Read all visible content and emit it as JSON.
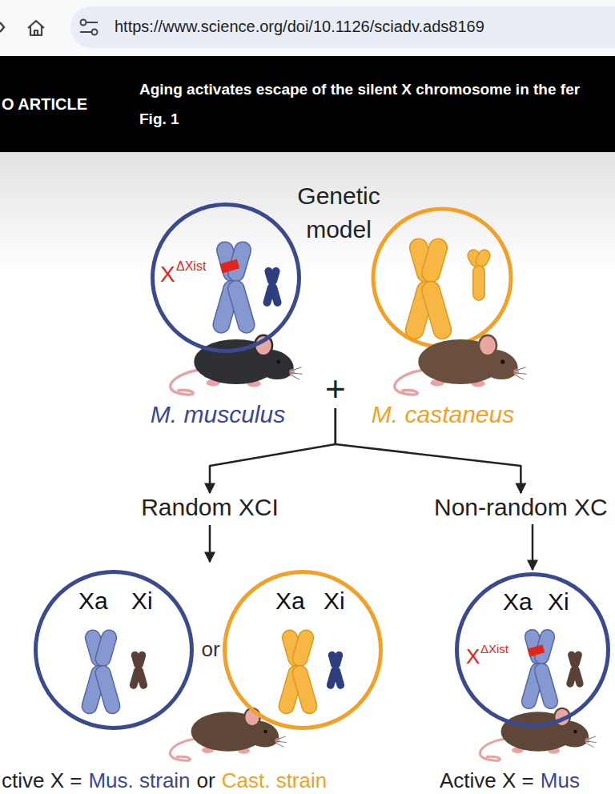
{
  "diagram": {
    "nodes": [
      {
        "text": [
          "X",
          "ΔXist"
        ]
      },
      {
        "text": [
          "+"
        ]
      },
      {
        "text": [
          "Random XCI"
        ]
      },
      {
        "text": [
          "Non-random XC"
        ]
      },
      {
        "text": [
          "Xa",
          "Xi"
        ]
      },
      {
        "text": [
          "Xa",
          "Xi"
        ]
      },
      {
        "text": [
          "Xa",
          "Xi",
          "X",
          "ΔXist"
        ]
      }
    ],
    "edges": [
      {
        "from": 1,
        "to": 2,
        "arrow": "to"
      },
      {
        "from": 1,
        "to": 3,
        "arrow": "to"
      },
      {
        "from": 3,
        "to": 6,
        "arrow": "to"
      }
    ],
    "labels": [
      "https://www.science.org/doi/10.1126/sciadv.ads8169",
      "O ARTICLE",
      "Aging activates escape of the silent X chromosome in the fer",
      "Fig. 1",
      "Genetic model",
      "M. musculus",
      "M. castaneus",
      "or",
      "ctive X =",
      "Mus. strain",
      "or",
      "Cast. strain",
      "Active X =",
      "Mus"
    ]
  }
}
